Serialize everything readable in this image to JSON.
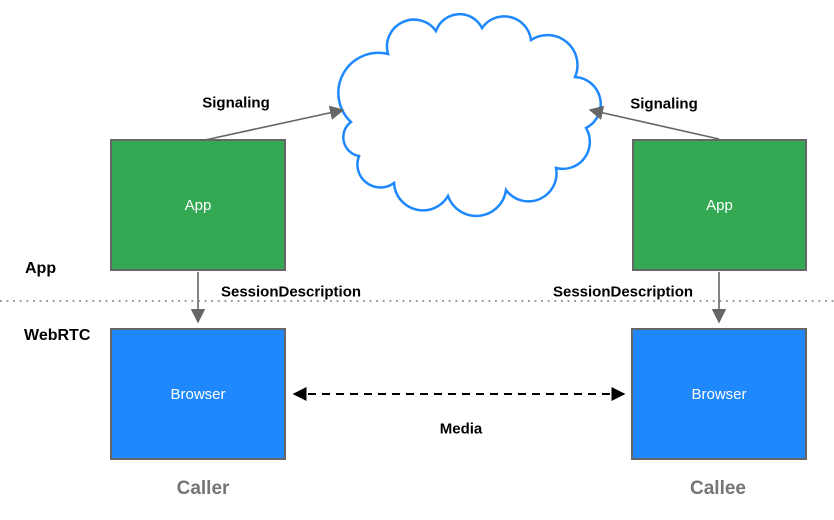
{
  "layers": {
    "app": "App",
    "webrtc": "WebRTC"
  },
  "nodes": {
    "caller_app": {
      "label": "App"
    },
    "callee_app": {
      "label": "App"
    },
    "caller_browser": {
      "label": "Browser"
    },
    "callee_browser": {
      "label": "Browser"
    }
  },
  "edges": {
    "signaling_left": "Signaling",
    "signaling_right": "Signaling",
    "session_description_left": "SessionDescription",
    "session_description_right": "SessionDescription",
    "media": "Media"
  },
  "roles": {
    "caller": "Caller",
    "callee": "Callee"
  },
  "icons": {
    "cloud": "signaling-network-cloud"
  },
  "colors": {
    "app_box_fill": "#34a853",
    "browser_box_fill": "#1e88fc",
    "box_border": "#666666",
    "cloud_stroke": "#1e88ff",
    "signaling_arrow": "#666666",
    "media_arrow": "#000000",
    "layer_divider": "#8a8a8a",
    "edge_label_text": "#000000",
    "role_label_text": "#757575",
    "box_label_text": "#ffffff",
    "background": "#ffffff"
  }
}
